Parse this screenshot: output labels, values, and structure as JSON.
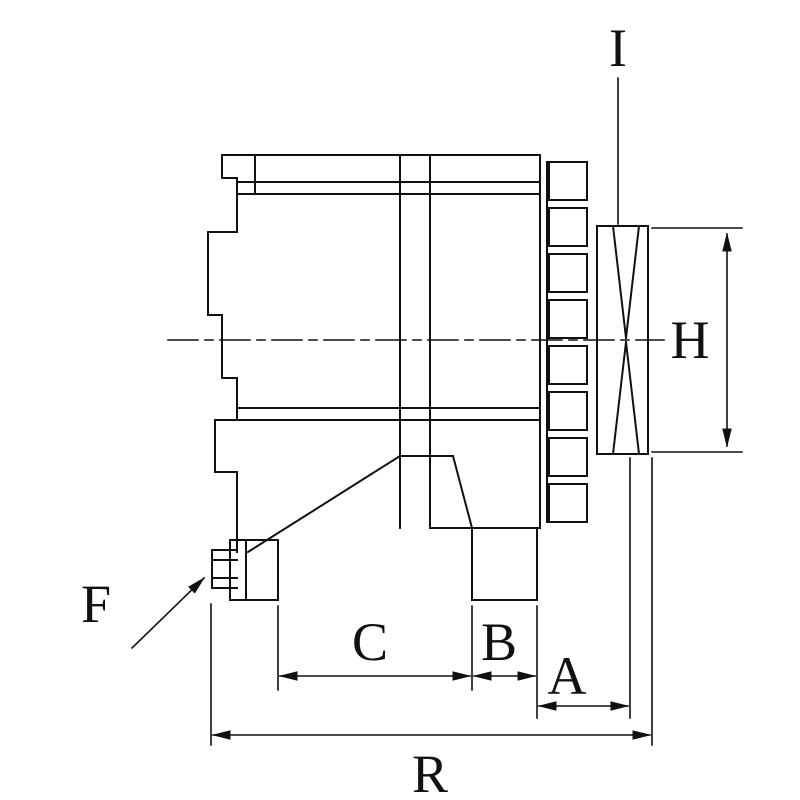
{
  "diagram": {
    "colors": {
      "line": "#111111",
      "background": "#ffffff"
    },
    "labels": {
      "i": "I",
      "h": "H",
      "f": "F",
      "c": "C",
      "b": "B",
      "a": "A",
      "r": "R"
    }
  }
}
